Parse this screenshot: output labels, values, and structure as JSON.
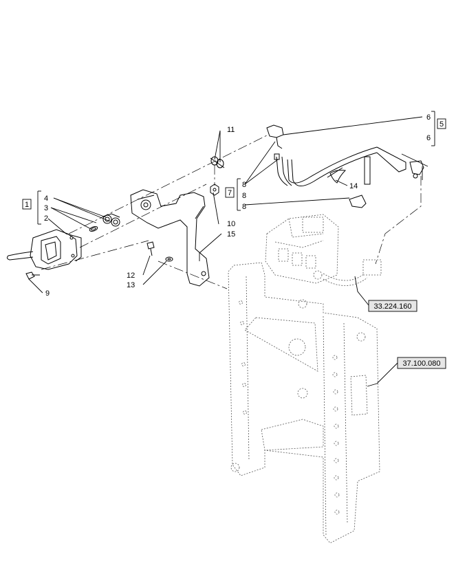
{
  "callouts": {
    "c1": "1",
    "c2": "2",
    "c3": "3",
    "c4": "4",
    "c5": "5",
    "c6a": "6",
    "c6b": "6",
    "c7": "7",
    "c8a": "8",
    "c8b": "8",
    "c8c": "8",
    "c9": "9",
    "c10": "10",
    "c11": "11",
    "c12": "12",
    "c13": "13",
    "c14": "14",
    "c15": "15"
  },
  "references": {
    "hydraulic_ref": "33.224.160",
    "frame_ref": "37.100.080"
  }
}
